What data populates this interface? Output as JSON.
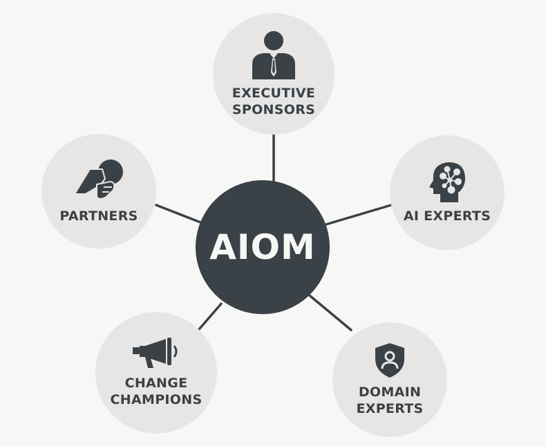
{
  "center": {
    "label": "AIOM"
  },
  "nodes": [
    {
      "label_line1": "EXECUTIVE",
      "label_line2": "SPONSORS",
      "icon": "businessperson-icon"
    },
    {
      "label_line1": "AI EXPERTS",
      "icon": "head-network-icon"
    },
    {
      "label_line1": "DOMAIN",
      "label_line2": "EXPERTS",
      "icon": "shield-user-icon"
    },
    {
      "label_line1": "CHANGE",
      "label_line2": "CHAMPIONS",
      "icon": "megaphone-icon"
    },
    {
      "label_line1": "PARTNERS",
      "icon": "handshake-icon"
    }
  ],
  "colors": {
    "background": "#f7f7f5",
    "node": "#e7e6e4",
    "dark": "#3a4147"
  }
}
